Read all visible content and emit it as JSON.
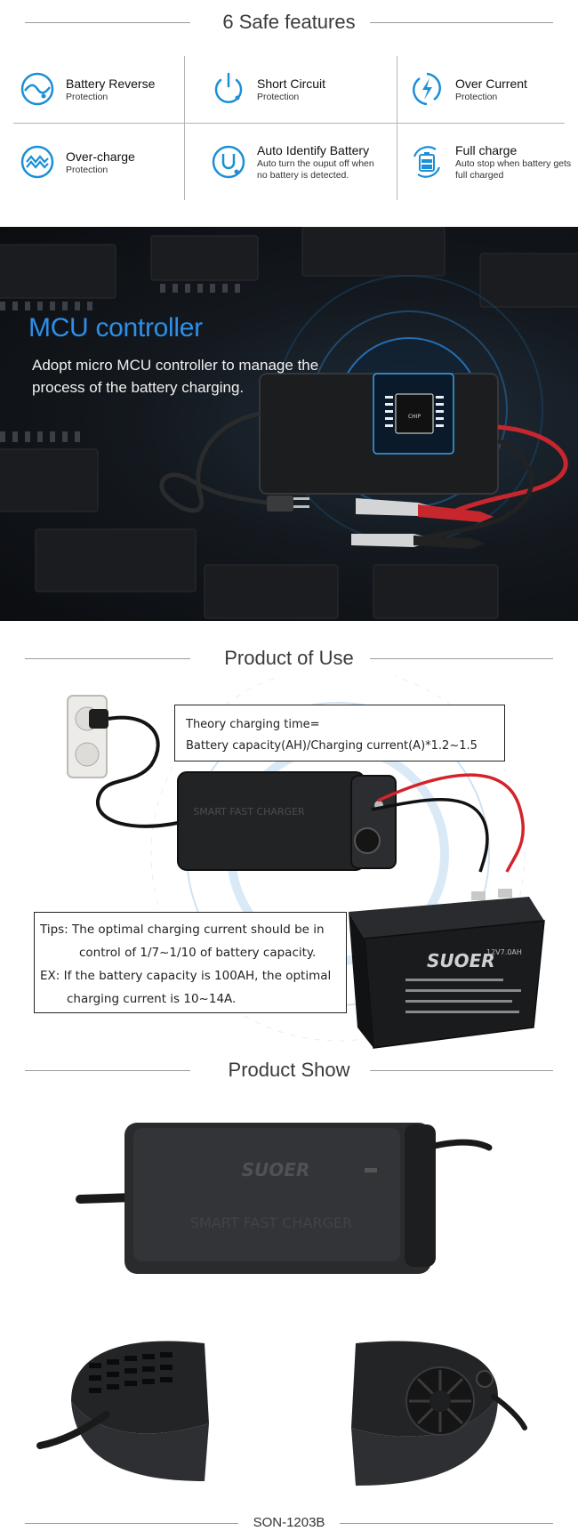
{
  "sections": {
    "features_title": "6 Safe features",
    "use_title": "Product of Use",
    "show_title": "Product Show"
  },
  "features": [
    {
      "name": "Battery Reverse",
      "desc": "Protection",
      "icon": "reverse-battery-icon"
    },
    {
      "name": "Short Circuit",
      "desc": "Protection",
      "icon": "power-icon"
    },
    {
      "name": "Over Current",
      "desc": "Protection",
      "icon": "lightning-icon"
    },
    {
      "name": "Over-charge",
      "desc": "Protection",
      "icon": "wave-icon"
    },
    {
      "name": "Auto Identify Battery",
      "desc": "Auto turn the ouput off when no battery is detected.",
      "icon": "u-shape-icon"
    },
    {
      "name": "Full charge",
      "desc": "Auto stop when battery gets full charged",
      "icon": "battery-charging-icon"
    }
  ],
  "mcu": {
    "title": "MCU controller",
    "subtitle": "Adopt micro MCU controller to manage the process of the battery charging.",
    "chip_label": "CHIP"
  },
  "product_use": {
    "note1": [
      "Theory charging time=",
      "Battery capacity(AH)/Charging current(A)*1.2~1.5"
    ],
    "note2": [
      "Tips: The optimal charging current should be in",
      "control of 1/7~1/10 of battery capacity.",
      "EX: If the battery capacity is 100AH, the optimal",
      "charging current is 10~14A."
    ],
    "charger_label": "SMART FAST CHARGER",
    "battery_brand": "SUOER",
    "battery_model": "12V7.0AH"
  },
  "product_show": {
    "brand": "SUOER",
    "label": "SMART FAST CHARGER"
  },
  "model": "SON-1203B",
  "colors": {
    "accent": "#1b8fd8",
    "mcu_title": "#2d8fe8",
    "red_wire": "#d3232b"
  }
}
